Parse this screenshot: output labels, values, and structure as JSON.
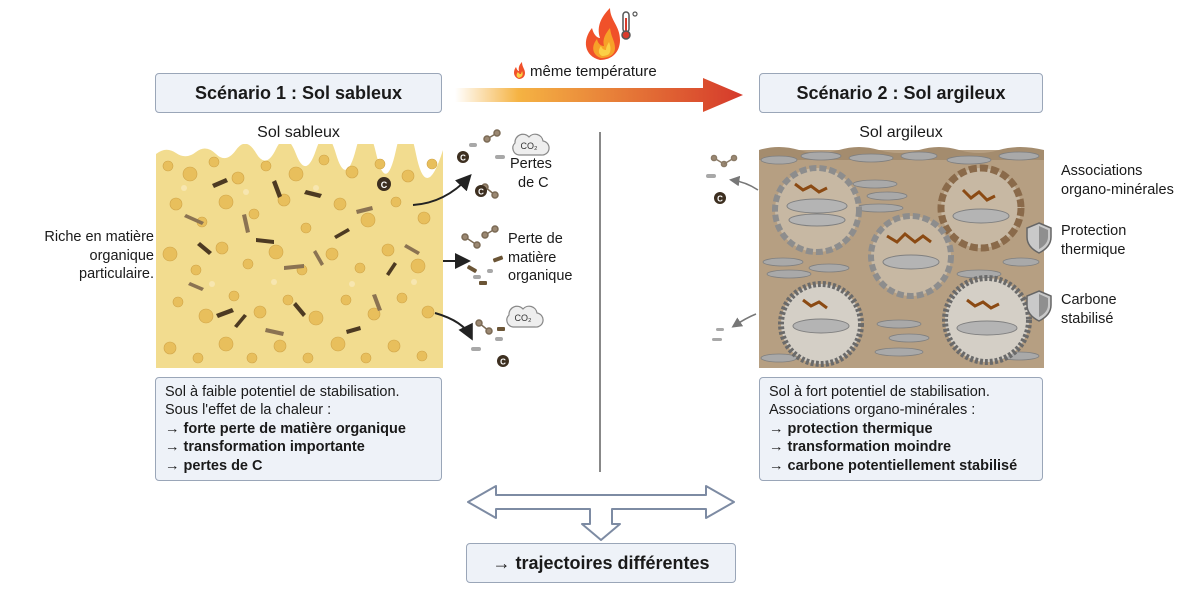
{
  "header": {
    "temperature_label": "même température",
    "scenario1_title": "Scénario 1 : Sol sableux",
    "scenario2_title": "Scénario 2 : Sol argileux"
  },
  "sandy": {
    "panel_title": "Sol sableux",
    "left_label": [
      "Riche en matière",
      "organique",
      "particulaire."
    ],
    "loss_c": [
      "Pertes",
      "de C"
    ],
    "loss_om": [
      "Perte de",
      "matière",
      "organique"
    ],
    "co2_label": "CO₂",
    "carbon_label": "C",
    "info": {
      "line1": "Sol à faible potentiel de stabilisation.",
      "line2": "Sous l'effet de la chaleur :",
      "bullet1": "→ forte perte de matière organique",
      "bullet2": "→ transformation importante",
      "bullet3": "→ pertes de C"
    }
  },
  "clay": {
    "panel_title": "Sol argileux",
    "assoc": [
      "Associations",
      "organo-minérales"
    ],
    "protection": [
      "Protection",
      "thermique"
    ],
    "carbon": [
      "Carbone",
      "stabilisé"
    ],
    "info": {
      "line1": "Sol à fort potentiel de stabilisation.",
      "line2": "Associations organo-minérales :",
      "bullet1": "→ protection thermique",
      "bullet2": "→ transformation moindre",
      "bullet3": "→ carbone potentiellement stabilisé"
    }
  },
  "conclusion": "→ trajectoires différentes",
  "colors": {
    "box_bg": "#eef2f8",
    "box_border": "#9aa6b8",
    "sand": "#f2dc8f",
    "clay": "#b69f82",
    "arrow_start": "#f5b343",
    "arrow_end": "#d5392b"
  },
  "icons": [
    "flame-icon",
    "thermometer-icon",
    "shield-icon",
    "co2-cloud-icon",
    "carbon-atom-icon"
  ]
}
